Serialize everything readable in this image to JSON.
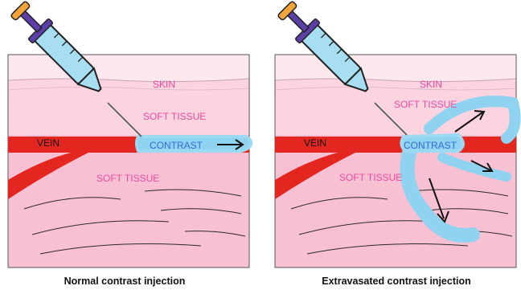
{
  "labels": {
    "skin": "SKIN",
    "soft_tissue_upper": "SOFT TISSUE",
    "soft_tissue_lower": "SOFT TISSUE",
    "vein": "VEIN",
    "contrast": "CONTRAST"
  },
  "panels": [
    {
      "caption": "Normal contrast injection"
    },
    {
      "caption": "Extravasated contrast injection"
    }
  ],
  "colors": {
    "skin": "#fde8ee",
    "soft_tissue_upper": "#fbd4e0",
    "soft_tissue_lower": "#f7c1d3",
    "vein": "#e3261f",
    "contrast": "#8fd3f0",
    "label_pink": "#ec4aa0",
    "label_blue": "#3a68d6",
    "syringe_barrel": "#a8def2",
    "syringe_plunger": "#5b3ea8",
    "syringe_cap": "#f2a33a"
  }
}
